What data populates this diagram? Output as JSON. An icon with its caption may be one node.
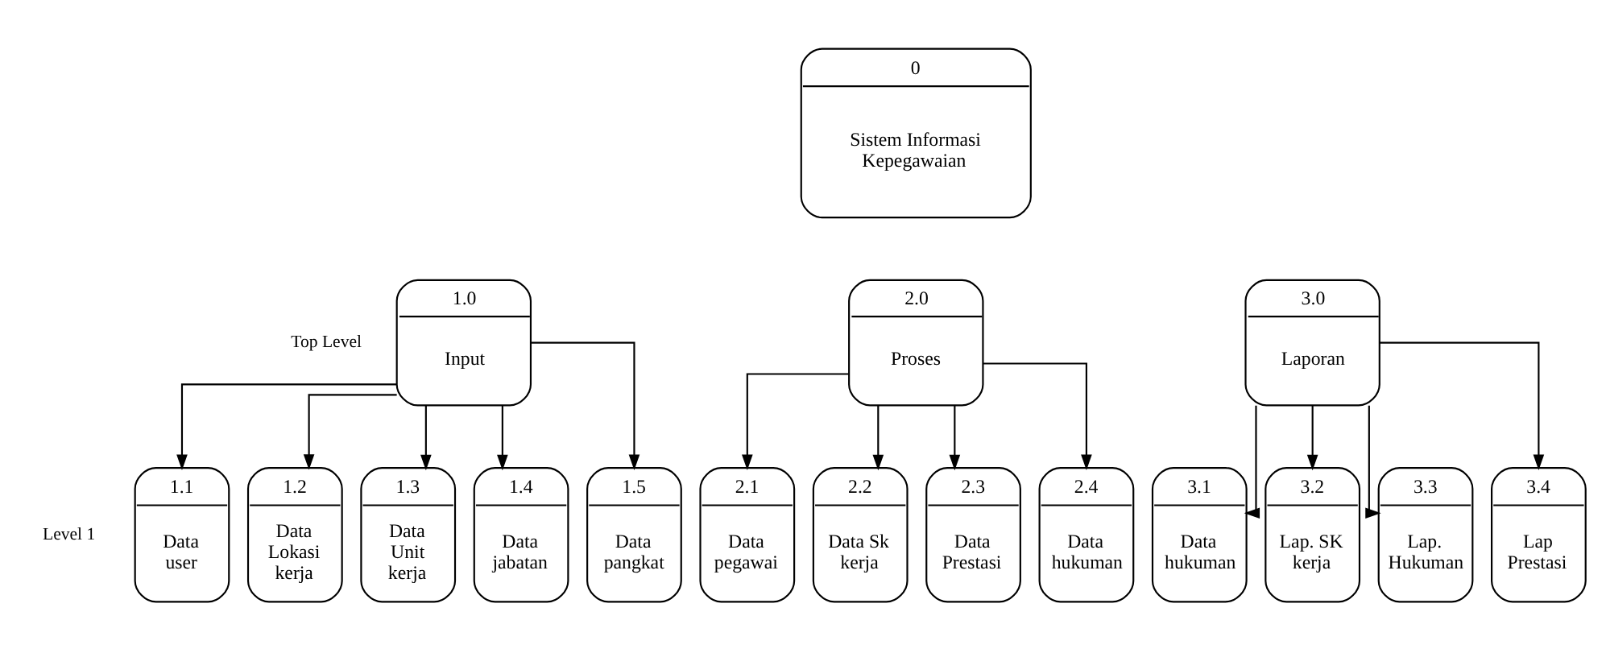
{
  "diagram": {
    "nodes": [
      {
        "text": [
          "0",
          "Sistem Informasi Kepegawaian"
        ]
      },
      {
        "text": [
          "1.0",
          "Input"
        ]
      },
      {
        "text": [
          "1.1",
          "Data user"
        ]
      },
      {
        "text": [
          "1.2",
          "Data Lokasi kerja"
        ]
      },
      {
        "text": [
          "1.3",
          "Data Unit kerja"
        ]
      },
      {
        "text": [
          "1.4",
          "Data jabatan"
        ]
      },
      {
        "text": [
          "1.5",
          "Data pangkat"
        ]
      },
      {
        "text": [
          "2.0",
          "Proses"
        ]
      },
      {
        "text": [
          "2.1",
          "Data pegawai"
        ]
      },
      {
        "text": [
          "2.2",
          "Data Sk kerja"
        ]
      },
      {
        "text": [
          "2.3",
          "Data Prestasi"
        ]
      },
      {
        "text": [
          "2.4",
          "Data hukuman"
        ]
      },
      {
        "text": [
          "3.0",
          "Laporan"
        ]
      },
      {
        "text": [
          "3.1",
          "Data hukuman"
        ]
      },
      {
        "text": [
          "3.2",
          "Lap. SK kerja"
        ]
      },
      {
        "text": [
          "3.3",
          "Lap. Hukuman"
        ]
      },
      {
        "text": [
          "3.4",
          "Lap Prestasi"
        ]
      }
    ],
    "edges": [
      {
        "from": 1,
        "to": 2,
        "arrow": "to"
      },
      {
        "from": 1,
        "to": 3,
        "arrow": "to"
      },
      {
        "from": 1,
        "to": 4,
        "arrow": "to"
      },
      {
        "from": 1,
        "to": 5,
        "arrow": "to"
      },
      {
        "from": 1,
        "to": 6,
        "arrow": "to"
      },
      {
        "from": 7,
        "to": 8,
        "arrow": "to"
      },
      {
        "from": 7,
        "to": 9,
        "arrow": "to"
      },
      {
        "from": 7,
        "to": 10,
        "arrow": "to"
      },
      {
        "from": 7,
        "to": 11,
        "arrow": "to"
      },
      {
        "from": 12,
        "to": 13,
        "arrow": "to"
      },
      {
        "from": 12,
        "to": 14,
        "arrow": "to"
      },
      {
        "from": 12,
        "to": 15,
        "arrow": "to"
      },
      {
        "from": 12,
        "to": 16,
        "arrow": "to"
      }
    ],
    "labels": [
      "Top Level",
      "Level 1"
    ]
  }
}
